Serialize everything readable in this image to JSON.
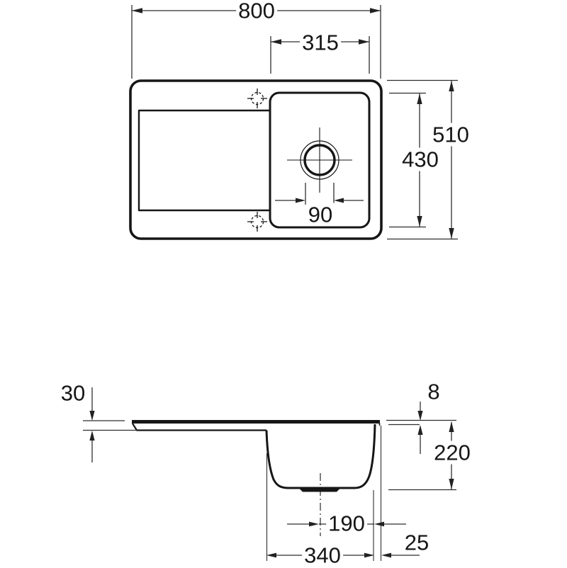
{
  "drawing": {
    "background_color": "#ffffff",
    "outline_color": "#161616",
    "dimension_line_color": "#2f2f2f",
    "top_view": {
      "overall_width_mm": "800",
      "bowl_width_mm": "315",
      "overall_depth_mm": "510",
      "bowl_depth_mm": "430",
      "drain_diameter_mm": "90"
    },
    "side_view": {
      "front_rim_height_mm": "30",
      "top_edge_thickness_mm": "8",
      "bowl_height_mm": "220",
      "drain_center_offset_mm": "190",
      "bowl_base_length_mm": "340",
      "side_overhang_mm": "25"
    }
  }
}
